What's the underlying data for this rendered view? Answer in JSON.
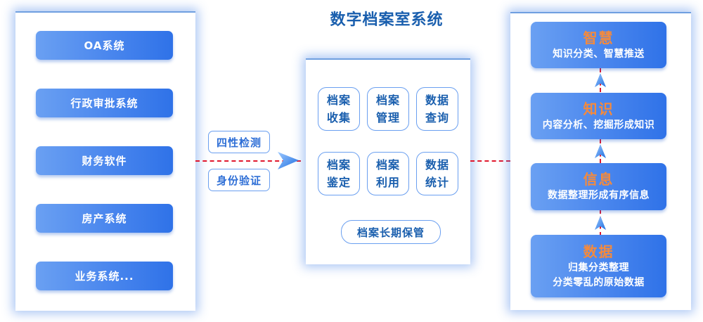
{
  "title": "数字档案室系统",
  "sources": [
    {
      "label": "OA系统"
    },
    {
      "label": "行政审批系统"
    },
    {
      "label": "财务软件"
    },
    {
      "label": "房产系统"
    },
    {
      "label": "业务系统..."
    }
  ],
  "connectors": {
    "upper_tag": "四性检测",
    "lower_tag": "身份验证"
  },
  "archive_functions": [
    {
      "line1": "档案",
      "line2": "收集"
    },
    {
      "line1": "档案",
      "line2": "管理"
    },
    {
      "line1": "数据",
      "line2": "查询"
    },
    {
      "line1": "档案",
      "line2": "鉴定"
    },
    {
      "line1": "档案",
      "line2": "利用"
    },
    {
      "line1": "数据",
      "line2": "统计"
    }
  ],
  "long_term": "档案长期保管",
  "levels": [
    {
      "title": "智慧",
      "desc": [
        "知识分类、智慧推送"
      ]
    },
    {
      "title": "知识",
      "desc": [
        "内容分析、挖掘形成知识"
      ]
    },
    {
      "title": "信息",
      "desc": [
        "数据整理形成有序信息"
      ]
    },
    {
      "title": "数据",
      "desc": [
        "归集分类整理",
        "分类零乱的原始数据"
      ]
    }
  ],
  "colors": {
    "primary_blue": "#2f72e8",
    "title_blue": "#1a5fae",
    "accent_orange": "#f58a3c",
    "dash_red": "#e0172d"
  }
}
